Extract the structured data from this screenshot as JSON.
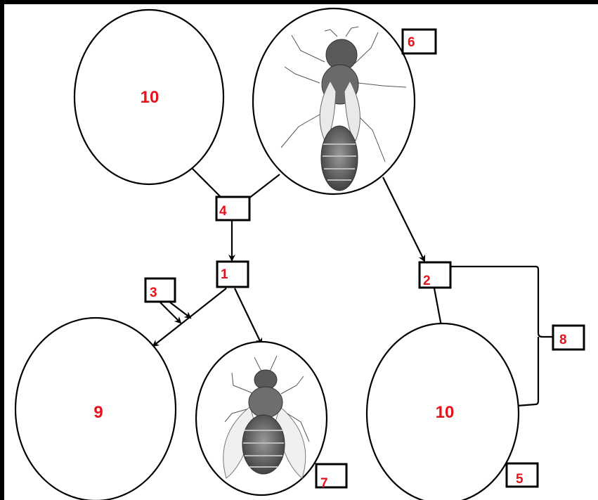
{
  "circles": {
    "top_left": "10",
    "bottom_left": "9",
    "bottom_right": "10"
  },
  "boxes": {
    "box_1": "1",
    "box_2": "2",
    "box_3": "3",
    "box_4": "4",
    "box_5": "5",
    "box_6": "6",
    "box_7": "7",
    "box_8": "8"
  },
  "images": {
    "queen_bee": "queen-bee-drawing",
    "worker_bee": "worker-bee-drawing"
  },
  "colors": {
    "label": "#e8101a",
    "stroke": "#000000"
  }
}
